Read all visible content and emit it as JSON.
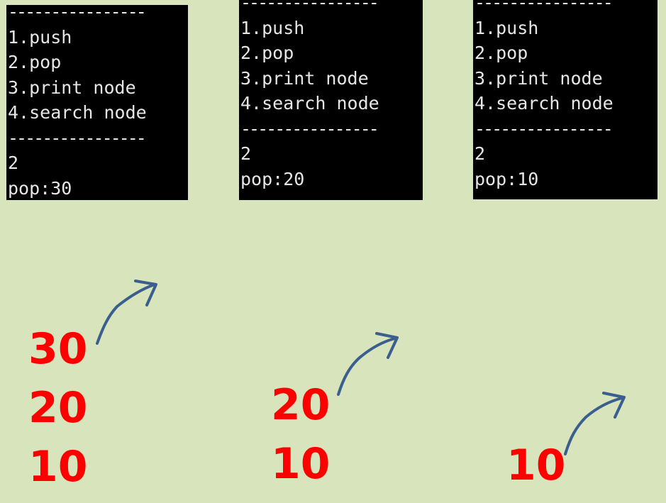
{
  "consoles": [
    {
      "separator_top": "----------------",
      "menu": [
        "1.push",
        "2.pop",
        "3.print node",
        "4.search node"
      ],
      "separator_bottom": "----------------",
      "input": "2",
      "output": "pop:30"
    },
    {
      "separator_top": "----------------",
      "menu": [
        "1.push",
        "2.pop",
        "3.print node",
        "4.search node"
      ],
      "separator_bottom": "----------------",
      "input": "2",
      "output": "pop:20"
    },
    {
      "separator_top": "----------------",
      "menu": [
        "1.push",
        "2.pop",
        "3.print node",
        "4.search node"
      ],
      "separator_bottom": "----------------",
      "input": "2",
      "output": "pop:10"
    }
  ],
  "stacks": [
    {
      "items": [
        "30",
        "20",
        "10"
      ]
    },
    {
      "items": [
        "20",
        "10"
      ]
    },
    {
      "items": [
        "10"
      ]
    }
  ],
  "colors": {
    "background": "#d8e4bc",
    "console_bg": "#000000",
    "console_text": "#e6e6e6",
    "stack_text": "#ff0000",
    "arrow": "#3a5f8f"
  },
  "icons": [
    "pop-arrow-icon",
    "pop-arrow-icon",
    "pop-arrow-icon"
  ]
}
